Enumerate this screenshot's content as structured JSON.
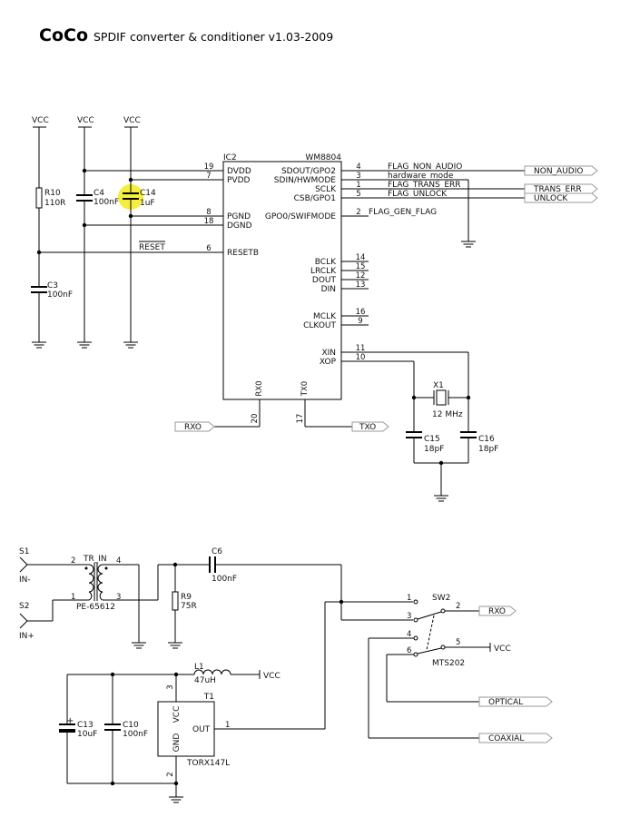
{
  "title": {
    "brand": "CoCo",
    "subtitle": "SPDIF converter & conditioner  v1.03-2009"
  },
  "nets": {
    "vcc": "VCC"
  },
  "ic2": {
    "ref": "IC2",
    "part": "WM8804",
    "left_pins": [
      {
        "num": "19",
        "name": "DVDD"
      },
      {
        "num": "7",
        "name": "PVDD"
      },
      {
        "num": "8",
        "name": "PGND"
      },
      {
        "num": "18",
        "name": "DGND"
      },
      {
        "num": "6",
        "name": "RESETB"
      }
    ],
    "right_pins": [
      {
        "num": "4",
        "name": "SDOUT/GPO2",
        "net": "FLAG_NON_AUDIO"
      },
      {
        "num": "3",
        "name": "SDIN/HWMODE",
        "net": "hardware_mode"
      },
      {
        "num": "1",
        "name": "SCLK",
        "net": "FLAG_TRANS_ERR"
      },
      {
        "num": "5",
        "name": "CSB/GPO1",
        "net": "FLAG_UNLOCK"
      },
      {
        "num": "2",
        "name": "GPO0/SWIFMODE",
        "net": "FLAG_GEN_FLAG"
      },
      {
        "num": "14",
        "name": "BCLK"
      },
      {
        "num": "15",
        "name": "LRCLK"
      },
      {
        "num": "12",
        "name": "DOUT"
      },
      {
        "num": "13",
        "name": "DIN"
      },
      {
        "num": "16",
        "name": "MCLK"
      },
      {
        "num": "9",
        "name": "CLKOUT"
      },
      {
        "num": "11",
        "name": "XIN"
      },
      {
        "num": "10",
        "name": "XOP"
      }
    ],
    "bottom_pins": [
      {
        "num": "20",
        "name": "RX0"
      },
      {
        "num": "17",
        "name": "TX0"
      }
    ]
  },
  "reset_net": "RESET",
  "ports": {
    "non_audio": "NON_AUDIO",
    "trans_err": "TRANS_ERR",
    "unlock": "UNLOCK",
    "rxo": "RXO",
    "txo": "TXO",
    "optical": "OPTICAL",
    "coaxial": "COAXIAL"
  },
  "components": {
    "r10": {
      "ref": "R10",
      "value": "110R"
    },
    "c4": {
      "ref": "C4",
      "value": "100nF"
    },
    "c14": {
      "ref": "C14",
      "value": "1uF"
    },
    "c3": {
      "ref": "C3",
      "value": "100nF"
    },
    "x1": {
      "ref": "X1",
      "value": "12 MHz"
    },
    "c15": {
      "ref": "C15",
      "value": "18pF"
    },
    "c16": {
      "ref": "C16",
      "value": "18pF"
    },
    "s1": {
      "ref": "S1",
      "label": "IN-"
    },
    "s2": {
      "ref": "S2",
      "label": "IN+"
    },
    "tr": {
      "ref": "TR_IN",
      "part": "PE-65612",
      "pins": [
        "2",
        "4",
        "1",
        "3"
      ]
    },
    "c6": {
      "ref": "C6",
      "value": "100nF"
    },
    "r9": {
      "ref": "R9",
      "value": "75R"
    },
    "l1": {
      "ref": "L1",
      "value": "47uH"
    },
    "t1": {
      "ref": "T1",
      "part": "TORX147L",
      "pin_vcc": "VCC",
      "pin_gnd": "GND",
      "pin_out": "OUT",
      "pin_vcc_num": "3",
      "pin_gnd_num": "2",
      "pin_out_num": "1"
    },
    "c13": {
      "ref": "C13",
      "value": "10uF"
    },
    "c10": {
      "ref": "C10",
      "value": "100nF"
    },
    "sw2": {
      "ref": "SW2",
      "part": "MTS202",
      "pins": [
        "1",
        "2",
        "3",
        "4",
        "5",
        "6"
      ]
    }
  },
  "highlight_color": "#f5ef3a"
}
